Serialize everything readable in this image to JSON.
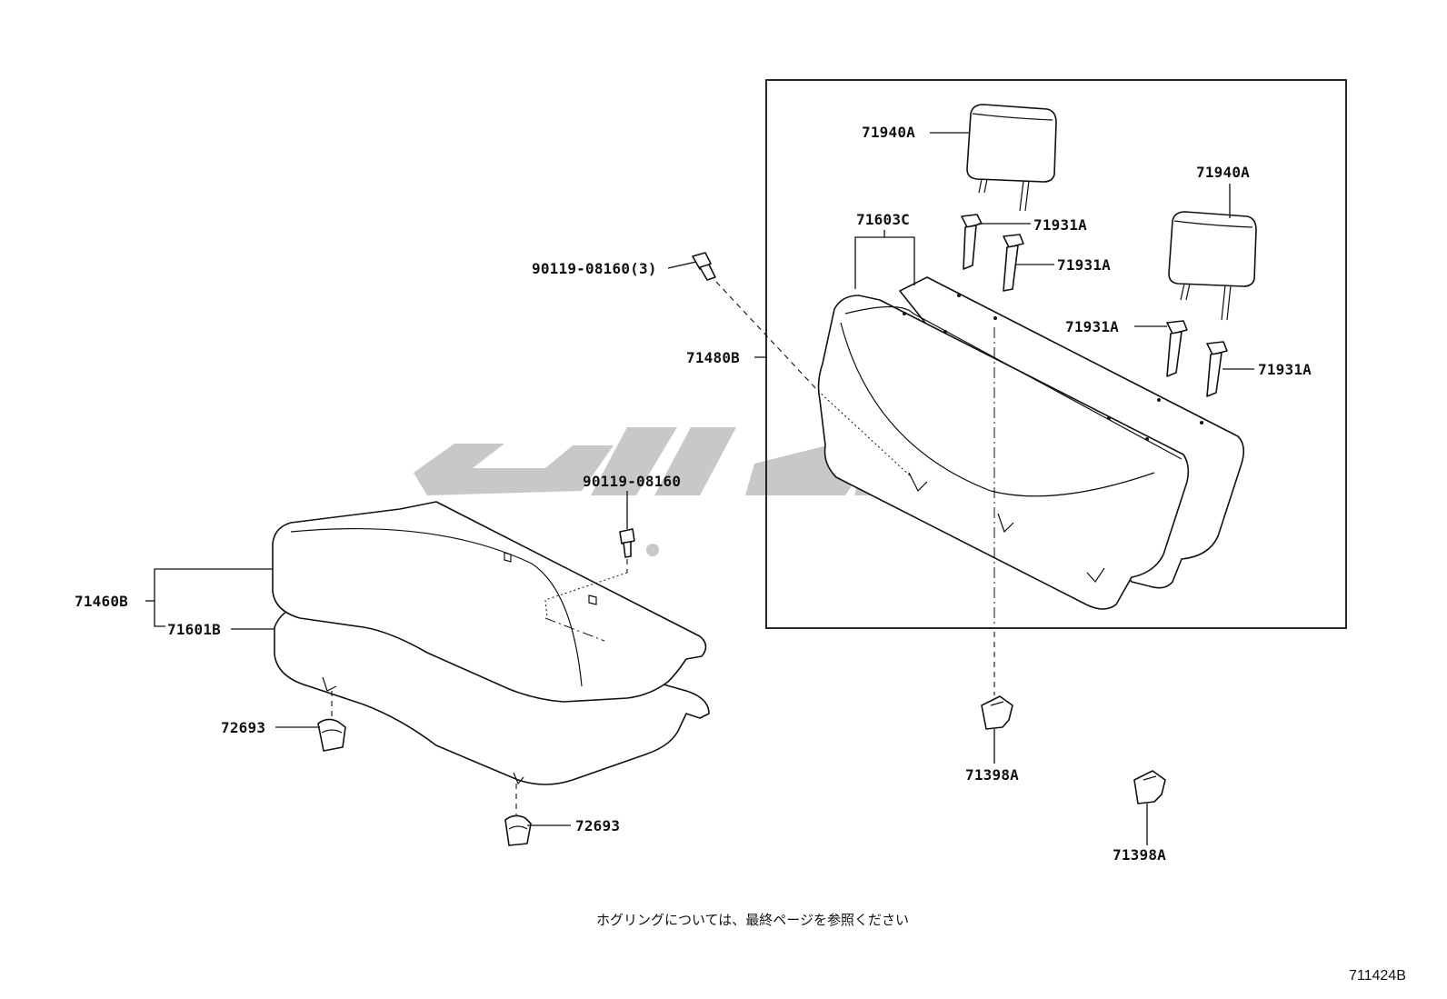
{
  "labels": {
    "headrest_left": "71940A",
    "headrest_right": "71940A",
    "seatback_cover": "71603C",
    "support_1": "71931A",
    "support_2": "71931A",
    "support_3": "71931A",
    "support_4": "71931A",
    "bolt_3": "90119-08160(3)",
    "seatback_assy": "71480B",
    "bolt_single": "90119-08160",
    "cushion_assy": "71460B",
    "cushion_cover": "71601B",
    "clip_upper": "72693",
    "clip_lower": "72693",
    "hook_center": "71398A",
    "hook_right": "71398A"
  },
  "note": "ホグリングについては、最終ページを参照ください",
  "figure_id": "711424B",
  "colors": {
    "line": "#111111",
    "watermark": "#9a9a9a",
    "background": "#ffffff"
  }
}
